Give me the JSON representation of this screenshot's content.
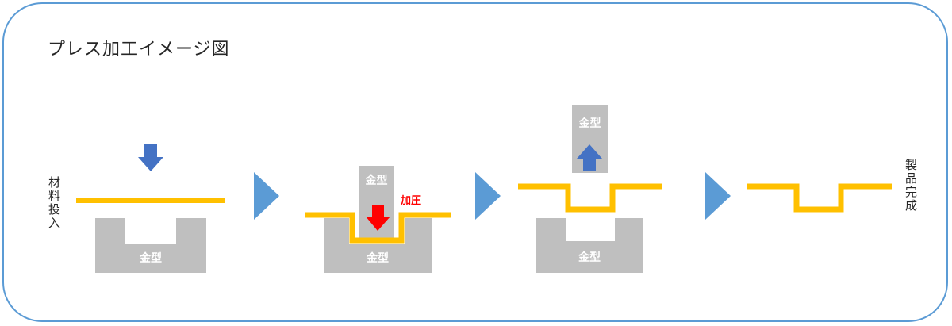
{
  "title": "プレス加工イメージ図",
  "labels": {
    "material_input": "材料投入",
    "product_complete": "製品完成",
    "press": "加圧"
  },
  "die_label": "金型",
  "steps": [
    {
      "step": 1,
      "upper_die_arrow": "down",
      "arrow_icon": "arrow-down-icon",
      "arrow_color": "#4472c4"
    },
    {
      "step": 2,
      "upper_die_arrow": "down",
      "arrow_icon": "arrow-down-icon",
      "arrow_color": "#ff0000"
    },
    {
      "step": 3,
      "upper_die_arrow": "up",
      "arrow_icon": "arrow-up-icon",
      "arrow_color": "#4472c4"
    },
    {
      "step": 4,
      "upper_die_arrow": "none"
    }
  ],
  "colors": {
    "frame": "#5b9bd5",
    "die": "#bfbfbf",
    "material": "#ffc000",
    "step_arrow": "#5b9bd5",
    "move_arrow": "#4472c4",
    "press_arrow": "#ff0000",
    "press_label": "#ff0000"
  },
  "icons": {
    "step_arrow": "triangle-right-icon"
  }
}
